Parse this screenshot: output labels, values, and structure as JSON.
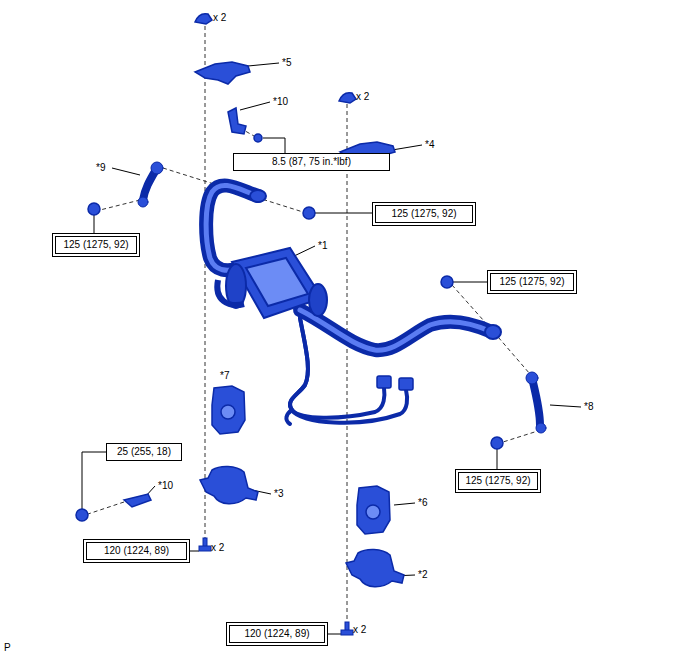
{
  "diagram": {
    "nodes": [
      {
        "text": [
          "8.5 (87, 75 in.*lbf)"
        ]
      },
      {
        "text": [
          "125 (1275, 92)"
        ]
      },
      {
        "text": [
          "125 (1275, 92)"
        ]
      },
      {
        "text": [
          "125 (1275, 92)"
        ]
      },
      {
        "text": [
          "125 (1275, 92)"
        ]
      },
      {
        "text": [
          "25 (255, 18)"
        ]
      },
      {
        "text": [
          "120 (1224, 89)"
        ]
      },
      {
        "text": [
          "120 (1224, 89)"
        ]
      }
    ],
    "labels": [
      "x 2",
      "*5",
      "*10",
      "x 2",
      "*4",
      "*9",
      "*1",
      "*7",
      "*8",
      "*10",
      "*3",
      "*6",
      "x 2",
      "*2",
      "x 2",
      "P"
    ]
  }
}
